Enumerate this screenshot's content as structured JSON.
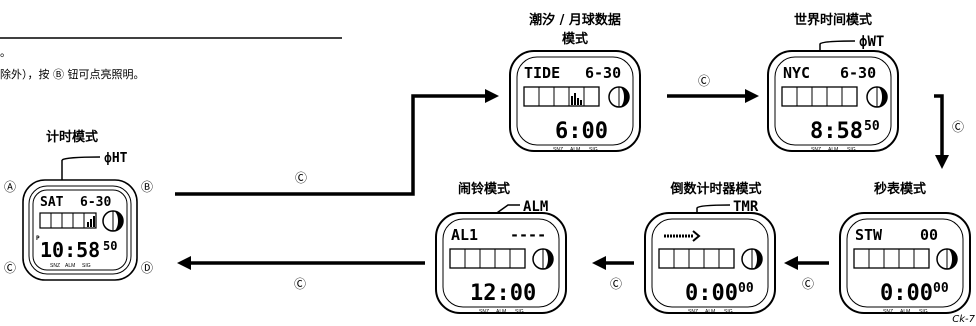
{
  "intro": {
    "line1": "。",
    "line2": "除外），按 Ⓑ 钮可点亮照明。"
  },
  "circled": {
    "A": "Ⓐ",
    "B": "Ⓑ",
    "C": "Ⓒ",
    "D": "Ⓓ"
  },
  "transition_symbol": "Ⓒ",
  "page_code": "Ck-7",
  "sub_labels": {
    "snz": "SNZ",
    "alm": "ALM",
    "sig": "SIG"
  },
  "modes": {
    "timekeeping": {
      "title": "计时模式",
      "indicator": "HT",
      "top_left": "SAT",
      "top_right": "6-30",
      "main": "10:58",
      "seconds": "50",
      "pm": "P"
    },
    "tide_moon": {
      "title_line1": "潮汐 / 月球数据",
      "title_line2": "模式",
      "top_left": "TIDE",
      "top_right": "6-30",
      "main": "6:00"
    },
    "world_time": {
      "title": "世界时间模式",
      "indicator": "WT",
      "top_left": "NYC",
      "top_right": "6-30",
      "main": "8:58",
      "seconds": "50"
    },
    "stopwatch": {
      "title": "秒表模式",
      "top_left": "STW",
      "top_right": "00",
      "main": "0:00",
      "seconds": "00"
    },
    "countdown": {
      "title": "倒数计时器模式",
      "indicator": "TMR",
      "main": "0:00",
      "seconds": "00"
    },
    "alarm": {
      "title": "闹铃模式",
      "indicator": "ALM",
      "top_left": "AL1",
      "top_right": "----",
      "main": "12:00"
    }
  }
}
